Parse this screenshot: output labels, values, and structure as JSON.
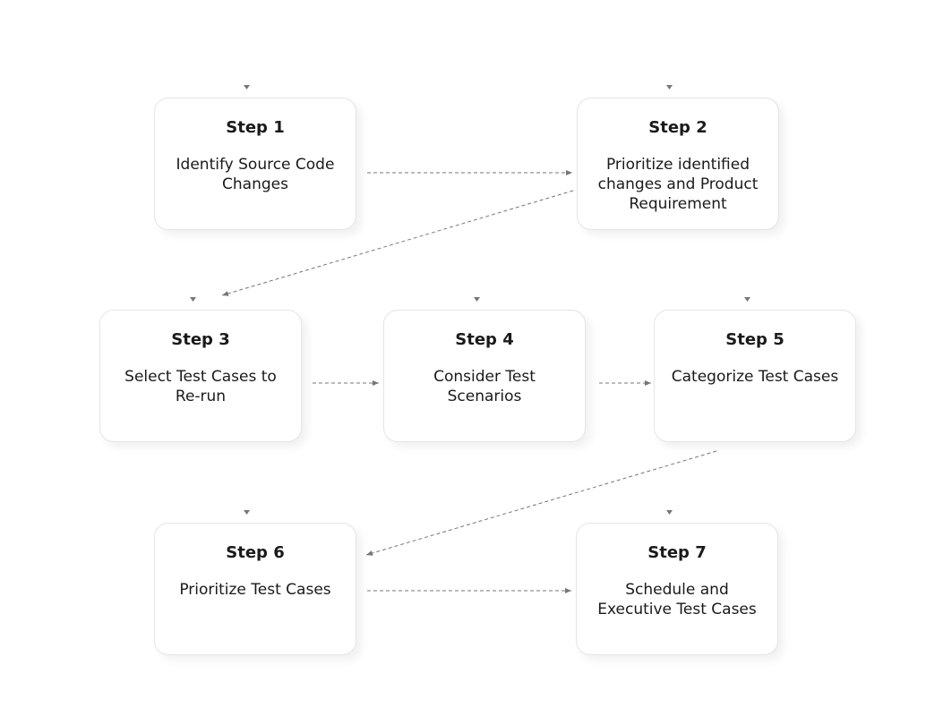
{
  "steps": [
    {
      "title": "Step 1",
      "description": "Identify Source Code Changes"
    },
    {
      "title": "Step 2",
      "description": "Prioritize identified changes and Product Requirement"
    },
    {
      "title": "Step 3",
      "description": "Select Test Cases to Re-run"
    },
    {
      "title": "Step 4",
      "description": "Consider Test Scenarios"
    },
    {
      "title": "Step 5",
      "description": "Categorize Test Cases"
    },
    {
      "title": "Step 6",
      "description": "Prioritize Test Cases"
    },
    {
      "title": "Step 7",
      "description": "Schedule and Executive Test Cases"
    }
  ],
  "colors": {
    "card_border": "#e3e6e3",
    "connector": "#777777",
    "text": "#1a1a1a"
  }
}
